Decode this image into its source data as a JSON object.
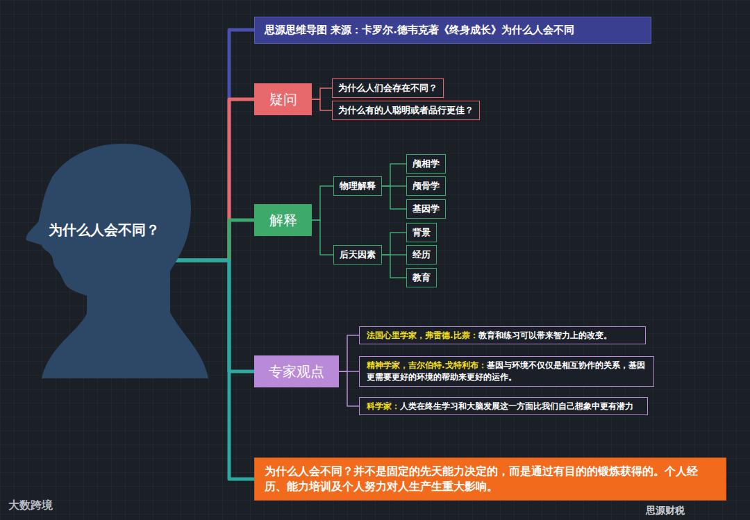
{
  "diagram": {
    "nodes": [
      {
        "text": [
          "为什么人会不同？"
        ]
      },
      {
        "text": [
          "思源思维导图  来源：卡罗尔.德韦克著《终身成长》为什么人会不同"
        ]
      },
      {
        "text": [
          "疑问"
        ]
      },
      {
        "text": [
          "为什么人们会存在不同？"
        ]
      },
      {
        "text": [
          "为什么有的人聪明或者品行更佳？"
        ]
      },
      {
        "text": [
          "解释"
        ]
      },
      {
        "text": [
          "物理解释"
        ]
      },
      {
        "text": [
          "颅相学"
        ]
      },
      {
        "text": [
          "颅骨学"
        ]
      },
      {
        "text": [
          "基因学"
        ]
      },
      {
        "text": [
          "后天因素"
        ]
      },
      {
        "text": [
          "背景"
        ]
      },
      {
        "text": [
          "经历"
        ]
      },
      {
        "text": [
          "教育"
        ]
      },
      {
        "text": [
          "专家观点"
        ]
      },
      {
        "text": [
          "法国心里学家，弗雷德.比萘：",
          "教育和练习可以带来智力上的改变。"
        ]
      },
      {
        "text": [
          "精神学家，吉尔伯特.戈特利布：",
          "基因与环境不仅仅是相互协作的关系，基因更需要更好的环境的帮助来更好的运作。"
        ]
      },
      {
        "text": [
          "科学家：",
          "人类在终生学习和大脑发展这一方面比我们自己想象中更有潜力"
        ]
      },
      {
        "text": [
          "为什么人会不同？并不是固定的先天能力决定的，而是通过有目的的锻炼获得的。个人经历、能力培训及个人努力对人生产生重大影响。"
        ]
      }
    ],
    "edges": [
      {
        "from": 0,
        "to": 1,
        "arrow": "none"
      },
      {
        "from": 0,
        "to": 2,
        "arrow": "none"
      },
      {
        "from": 0,
        "to": 5,
        "arrow": "none"
      },
      {
        "from": 0,
        "to": 14,
        "arrow": "none"
      },
      {
        "from": 0,
        "to": 18,
        "arrow": "none"
      },
      {
        "from": 2,
        "to": 3,
        "arrow": "none"
      },
      {
        "from": 2,
        "to": 4,
        "arrow": "none"
      },
      {
        "from": 5,
        "to": 6,
        "arrow": "none"
      },
      {
        "from": 5,
        "to": 10,
        "arrow": "none"
      },
      {
        "from": 6,
        "to": 7,
        "arrow": "none"
      },
      {
        "from": 6,
        "to": 8,
        "arrow": "none"
      },
      {
        "from": 6,
        "to": 9,
        "arrow": "none"
      },
      {
        "from": 10,
        "to": 11,
        "arrow": "none"
      },
      {
        "from": 10,
        "to": 12,
        "arrow": "none"
      },
      {
        "from": 10,
        "to": 13,
        "arrow": "none"
      },
      {
        "from": 14,
        "to": 15,
        "arrow": "none"
      },
      {
        "from": 14,
        "to": 16,
        "arrow": "none"
      },
      {
        "from": 14,
        "to": 17,
        "arrow": "none"
      }
    ],
    "labels": [
      "思源财税",
      "大数跨境"
    ]
  }
}
